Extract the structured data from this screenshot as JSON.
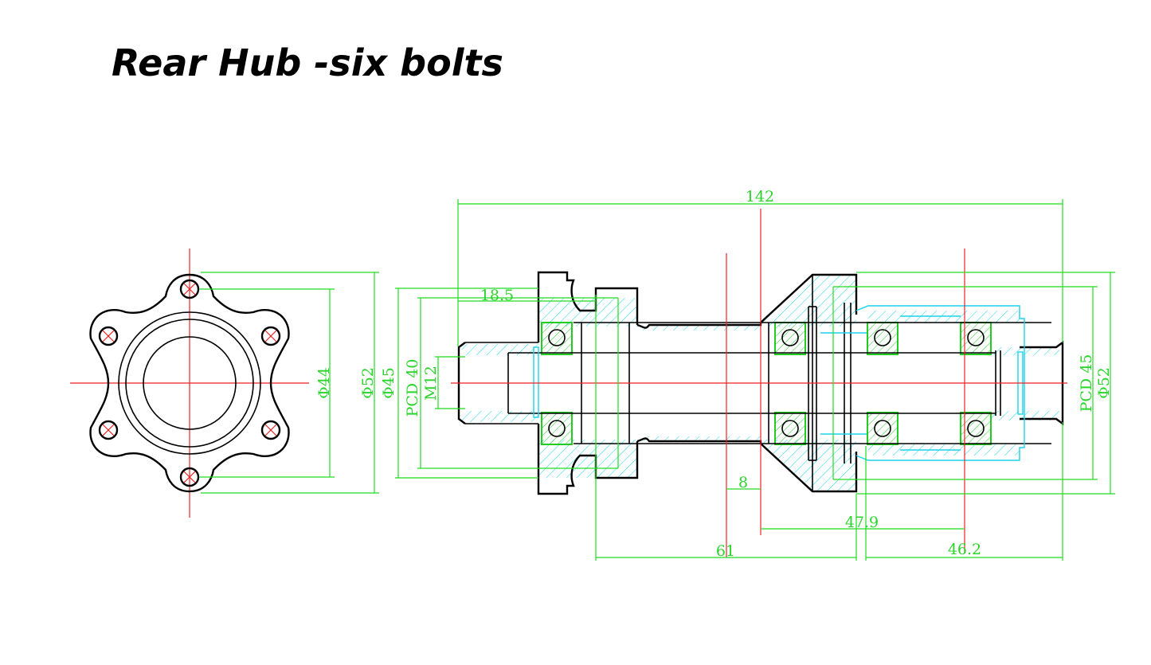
{
  "title": "Rear Hub -six bolts",
  "colors": {
    "outline": "#000000",
    "dimension": "#22dd22",
    "centerline": "#ee2222",
    "section_hatch": "#19d3e8"
  },
  "dimensions": {
    "overall_length": "142",
    "left_flange_offset": "18.5",
    "spacing_8": "8",
    "spacing_47_9": "47.9",
    "spacing_61": "61",
    "spacing_46_2": "46.2",
    "pcd_40": "PCD 40",
    "pcd_45": "PCD 45",
    "thread_m12": "M12",
    "end_dia_44": "Φ44",
    "end_dia_52_left": "Φ52",
    "end_dia_45": "Φ45",
    "dia_52_right": "Φ52"
  }
}
